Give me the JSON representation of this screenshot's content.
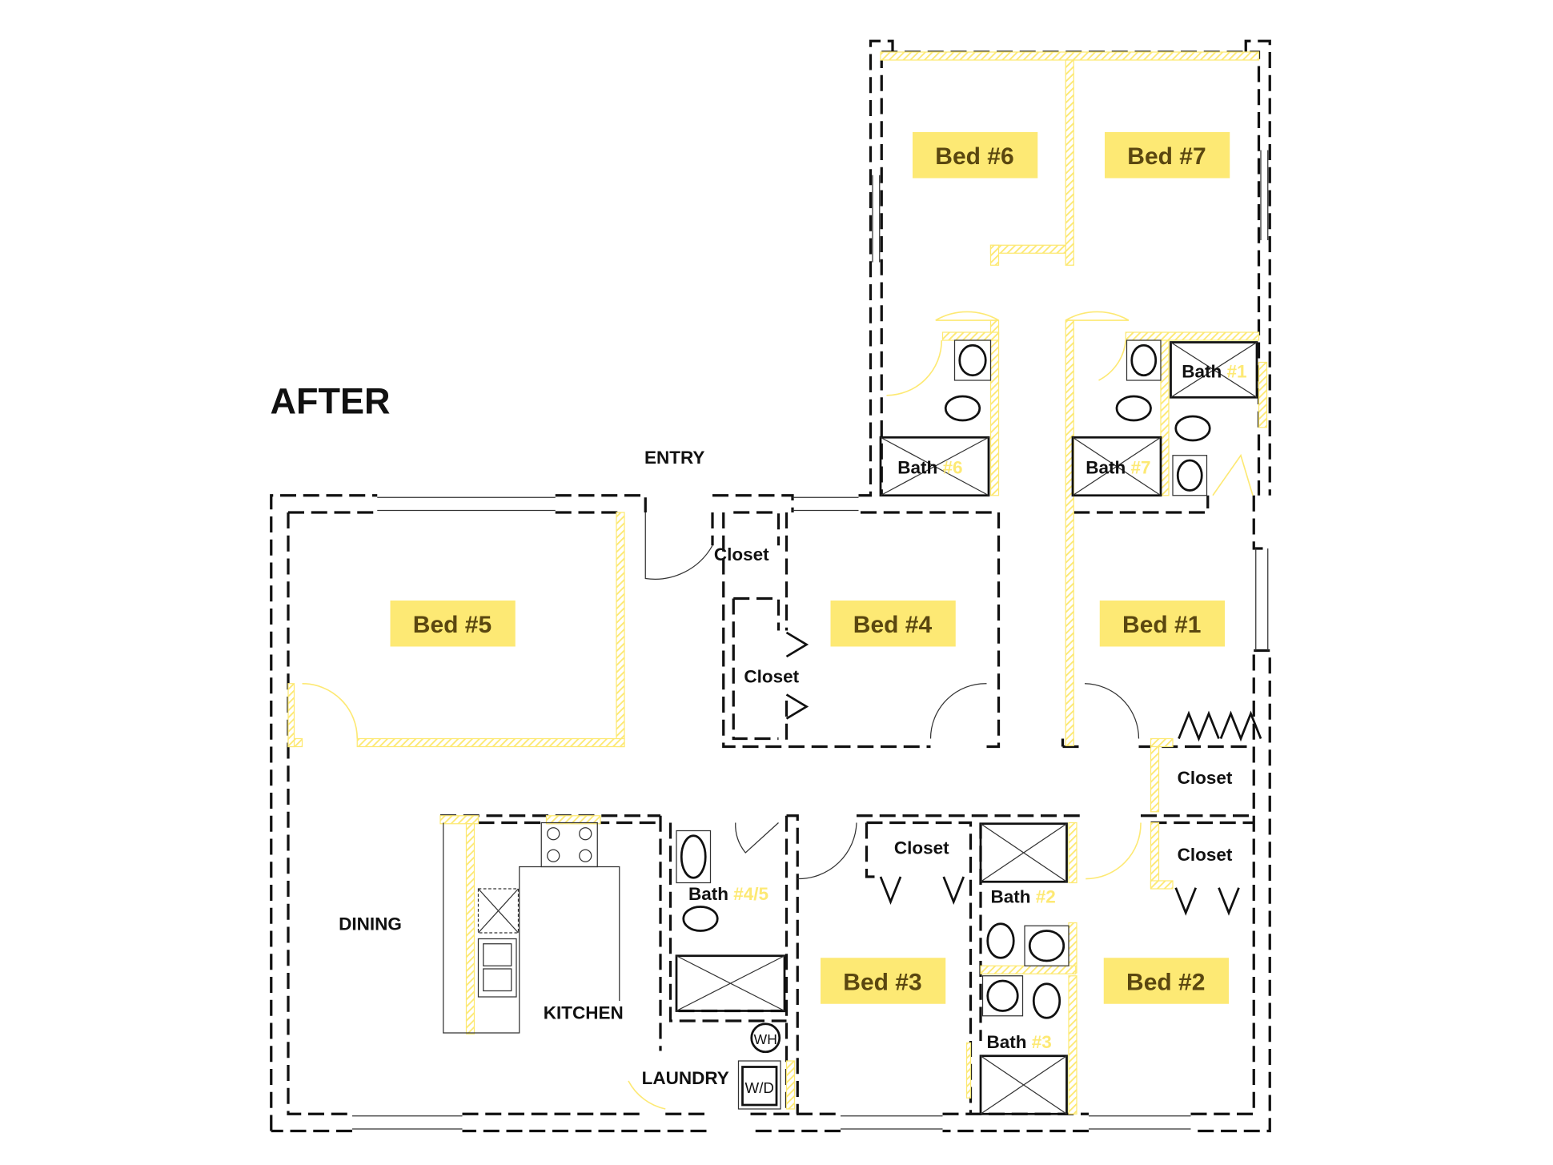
{
  "title": "AFTER",
  "entry": "ENTRY",
  "colors": {
    "highlight": "#fde974",
    "label_text": "#5a4710",
    "wall": "#111111"
  },
  "bedrooms": [
    {
      "name": "Bed #6"
    },
    {
      "name": "Bed #7"
    },
    {
      "name": "Bed #5"
    },
    {
      "name": "Bed #4"
    },
    {
      "name": "Bed #1"
    },
    {
      "name": "Bed #3"
    },
    {
      "name": "Bed #2"
    }
  ],
  "baths": [
    {
      "word": "Bath",
      "num": "#6"
    },
    {
      "word": "Bath",
      "num": "#7"
    },
    {
      "word": "Bath",
      "num": "#1"
    },
    {
      "word": "Bath",
      "num": "#4/5"
    },
    {
      "word": "Bath",
      "num": "#2"
    },
    {
      "word": "Bath",
      "num": "#3"
    }
  ],
  "closets": [
    "Closet",
    "Closet",
    "Closet",
    "Closet",
    "Closet"
  ],
  "areas": {
    "dining": "DINING",
    "kitchen": "KITCHEN",
    "laundry": "LAUNDRY"
  },
  "appliances": {
    "water_heater": "WH",
    "washer_dryer": "W/D"
  }
}
